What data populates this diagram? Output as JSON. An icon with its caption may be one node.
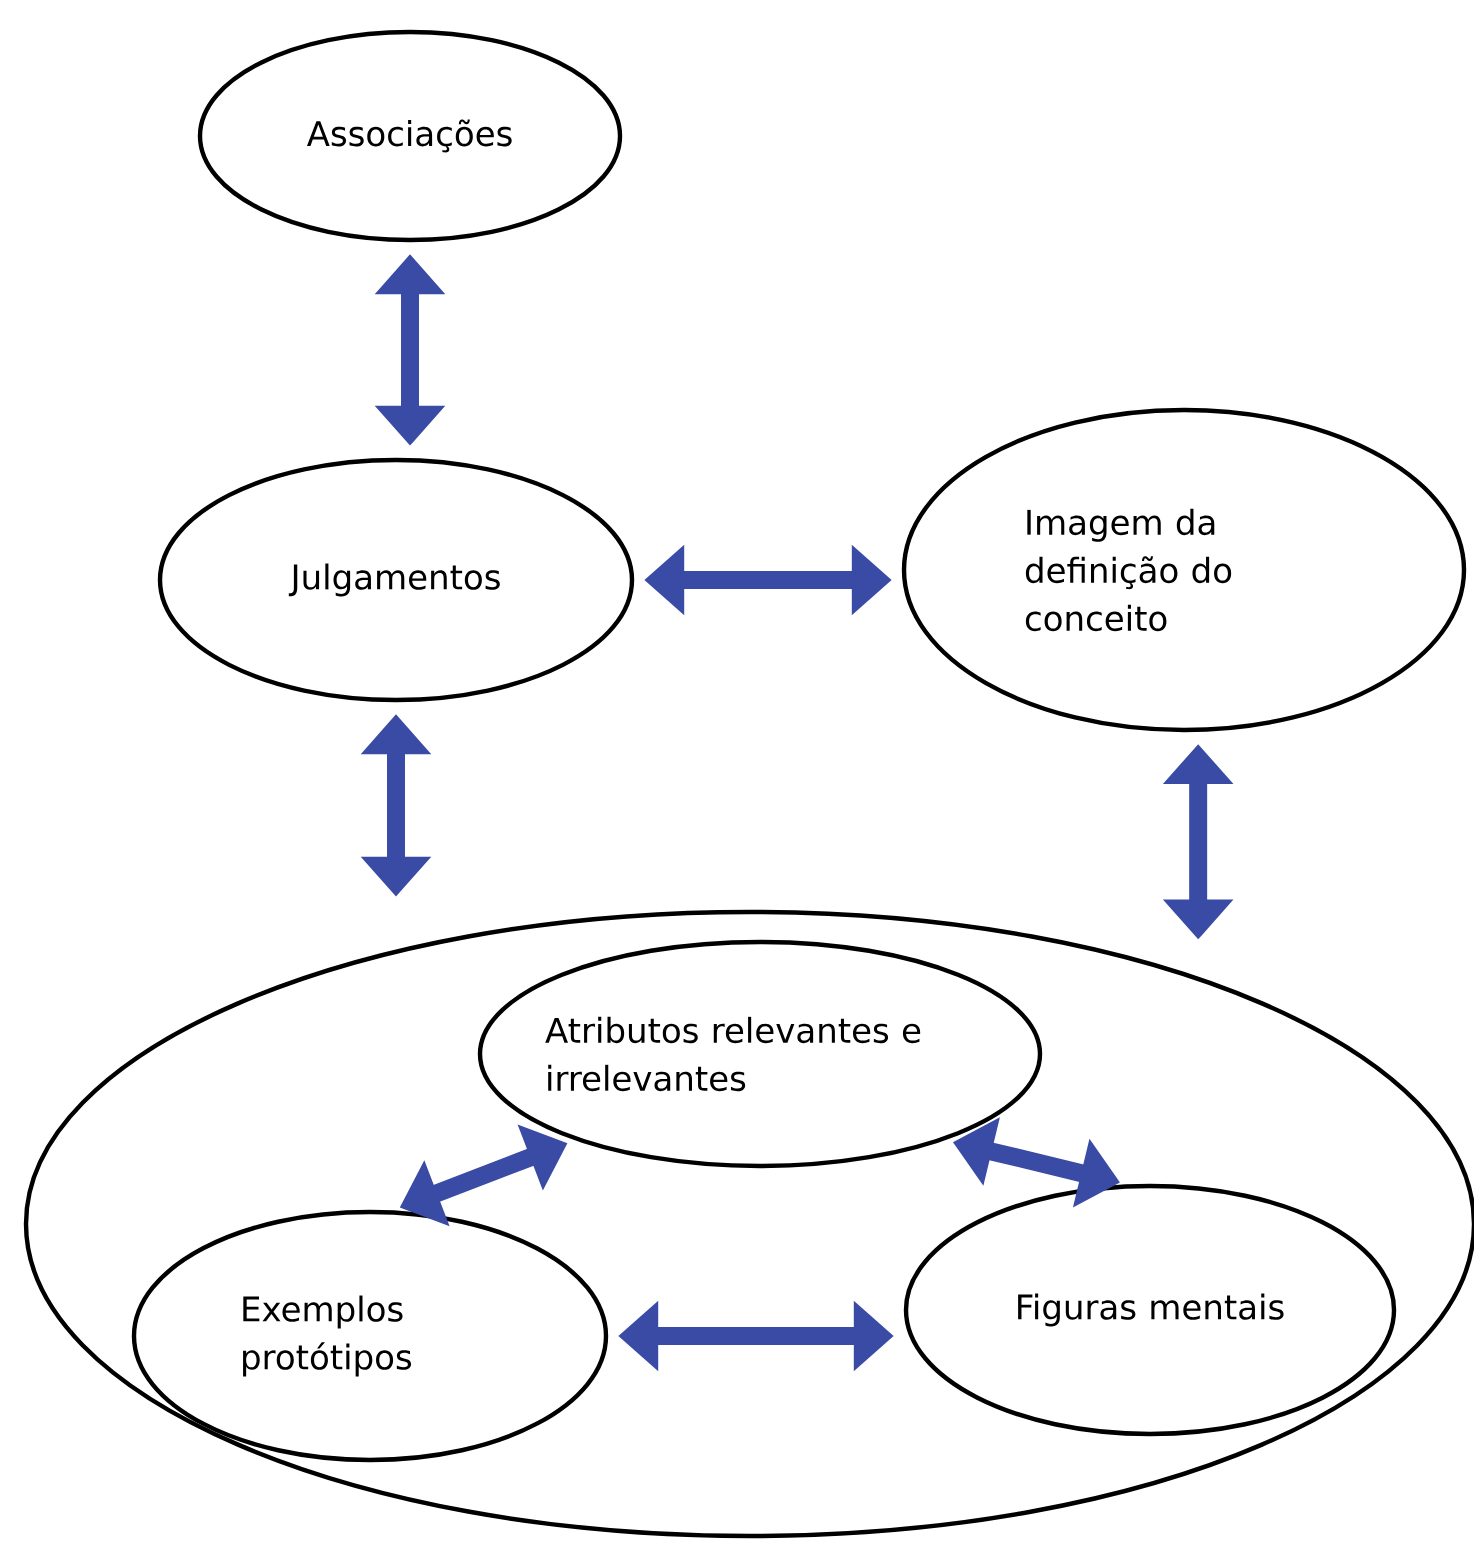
{
  "diagram": {
    "nodes": [
      {
        "text": [
          "Associações"
        ]
      },
      {
        "text": [
          "Julgamentos"
        ]
      },
      {
        "text": [
          "Imagem da definição do conceito"
        ]
      },
      {
        "text": [],
        "shape": "ellipse"
      },
      {
        "text": [
          "Atributos relevantes e irrelevantes"
        ],
        "in": 3
      },
      {
        "text": [
          "Exemplos protótipos"
        ],
        "in": 3
      },
      {
        "text": [
          "Figuras mentais"
        ],
        "in": 3
      }
    ],
    "edges": [
      {
        "from": 0,
        "to": 1,
        "arrow": "both"
      },
      {
        "from": 1,
        "to": 2,
        "arrow": "both"
      },
      {
        "from": 1,
        "to": 3,
        "arrow": "both"
      },
      {
        "from": 2,
        "to": 3,
        "arrow": "both"
      },
      {
        "from": 4,
        "to": 5,
        "arrow": "both"
      },
      {
        "from": 4,
        "to": 6,
        "arrow": "both"
      },
      {
        "from": 5,
        "to": 6,
        "arrow": "both"
      }
    ]
  }
}
